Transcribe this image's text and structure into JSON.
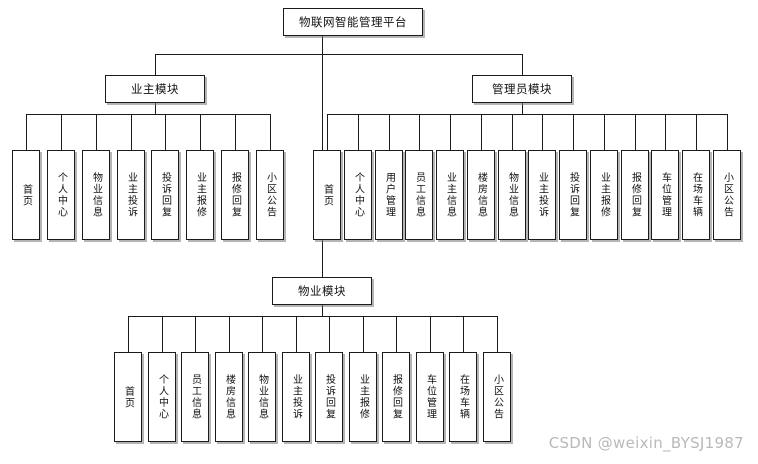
{
  "diagram": {
    "title": "物联网智能管理平台",
    "root": {
      "label": "物联网智能管理平台"
    },
    "modules": {
      "owner": {
        "label": "业主模块"
      },
      "admin": {
        "label": "管理员模块"
      },
      "property": {
        "label": "物业模块"
      }
    },
    "owner_leaves": [
      {
        "label": "首页"
      },
      {
        "label": "个人中心"
      },
      {
        "label": "物业信息"
      },
      {
        "label": "业主投诉"
      },
      {
        "label": "投诉回复"
      },
      {
        "label": "业主报修"
      },
      {
        "label": "报修回复"
      },
      {
        "label": "小区公告"
      }
    ],
    "admin_leaves": [
      {
        "label": "首页"
      },
      {
        "label": "个人中心"
      },
      {
        "label": "用户管理"
      },
      {
        "label": "员工信息"
      },
      {
        "label": "业主信息"
      },
      {
        "label": "楼房信息"
      },
      {
        "label": "物业信息"
      },
      {
        "label": "业主投诉"
      },
      {
        "label": "投诉回复"
      },
      {
        "label": "业主报修"
      },
      {
        "label": "报修回复"
      },
      {
        "label": "车位管理"
      },
      {
        "label": "在场车辆"
      },
      {
        "label": "小区公告"
      }
    ],
    "property_leaves": [
      {
        "label": "首页"
      },
      {
        "label": "个人中心"
      },
      {
        "label": "员工信息"
      },
      {
        "label": "楼房信息"
      },
      {
        "label": "物业信息"
      },
      {
        "label": "业主投诉"
      },
      {
        "label": "投诉回复"
      },
      {
        "label": "业主报修"
      },
      {
        "label": "报修回复"
      },
      {
        "label": "车位管理"
      },
      {
        "label": "在场车辆"
      },
      {
        "label": "小区公告"
      }
    ],
    "watermark": "CSDN @weixin_BYSJ1987",
    "colors": {
      "line": "#1b1b1b",
      "box_border": "#1b1b1b",
      "box_fill": "#ffffff",
      "shadow": "#787878",
      "text": "#111111",
      "watermark": "#b9b9b9",
      "background": "#ffffff"
    }
  }
}
